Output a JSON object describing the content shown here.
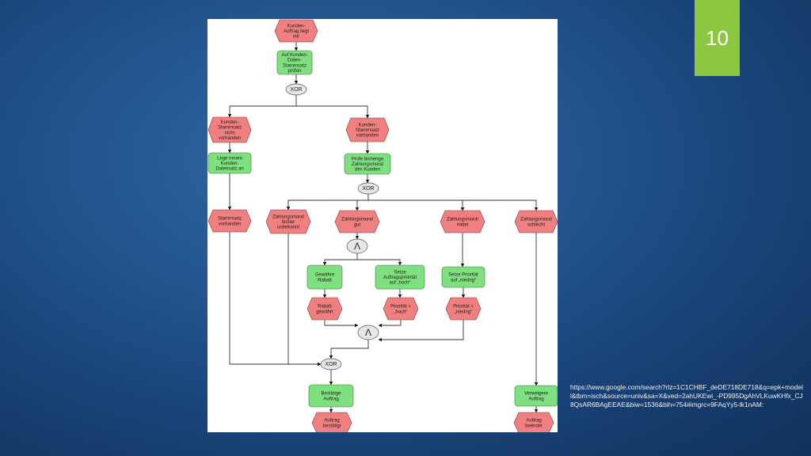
{
  "slide": {
    "page_number": "10",
    "source_url": "https://www.google.com/search?rlz=1C1CHBF_deDE718DE718&q=epk+modell&tbm=isch&source=univ&sa=X&ved=2ahUKEwi_-PD995DgAhVLKuwKHfx_CJ8QsAR6BAgEEAE&biw=1536&bih=754#imgrc=9FAqYy5-lk1nAM:",
    "colors": {
      "event": "#f07f7f",
      "function": "#7ee07e",
      "connector": "#e6e6e6",
      "badge": "#8dc63f"
    }
  },
  "diagram": {
    "nodes": {
      "n1": [
        "Kunden-",
        "Auftrag liegt",
        "vor"
      ],
      "n2": [
        "Auf Kunden-",
        "Daten-",
        "Stammsatz",
        "prüfen"
      ],
      "x1": [
        "XOR"
      ],
      "n3": [
        "Kunden-",
        "Stammsatz",
        "nicht",
        "vorhanden"
      ],
      "n4": [
        "Kunden-",
        "Stammsatz",
        "vorhanden"
      ],
      "n5": [
        "Lege neuen",
        "Kunden-",
        "Datensatz an"
      ],
      "n6": [
        "Prüfe bisherige",
        "Zahlungsmoral",
        "des Kunden"
      ],
      "x2": [
        "XOR"
      ],
      "n7": [
        "Stammsatz",
        "vorhanden"
      ],
      "n8": [
        "Zahlungsmoral",
        "bisher",
        "unbekannt"
      ],
      "n9": [
        "Zahlungsmoral",
        "gut"
      ],
      "n10": [
        "Zahlungsmoral",
        "mittel"
      ],
      "n11": [
        "Zahlungsmoral",
        "schlecht"
      ],
      "a1": [
        "Λ"
      ],
      "n12": [
        "Gewähre",
        "Rabatt"
      ],
      "n13": [
        "Setze",
        "Auftragspriorität",
        "auf „hoch“"
      ],
      "n14": [
        "Setze Priorität",
        "auf „niedrig“"
      ],
      "n15": [
        "Rabatt",
        "gewährt"
      ],
      "n16": [
        "Priorität =",
        "„hoch“"
      ],
      "n17": [
        "Priorität =",
        "„niedrig“"
      ],
      "a2": [
        "Λ"
      ],
      "x3": [
        "XOR"
      ],
      "n18": [
        "Bestätige",
        "Auftrag"
      ],
      "n19": [
        "Verweigere",
        "Auftrag"
      ],
      "n20": [
        "Auftrag",
        "bestätigt"
      ],
      "n21": [
        "Auftrag",
        "beendet"
      ]
    }
  }
}
